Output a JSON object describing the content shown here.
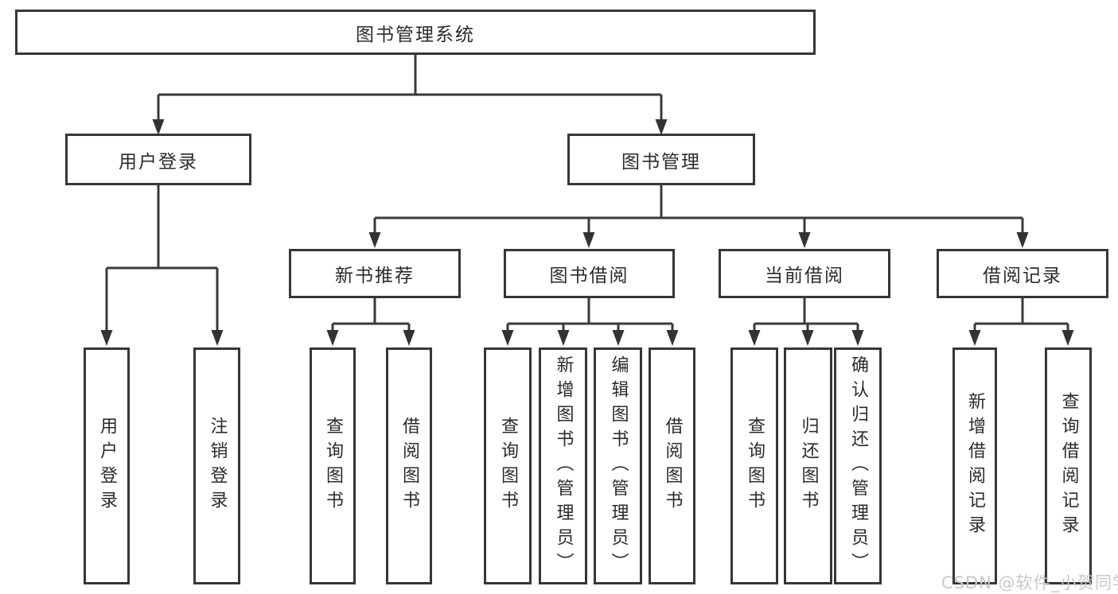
{
  "nodes": {
    "root": "图书管理系统",
    "branches": [
      "用户登录",
      "图书管理"
    ],
    "sections": [
      "新书推荐",
      "图书借阅",
      "当前借阅",
      "借阅记录"
    ],
    "leaves": [
      "用户登录",
      "注销登录",
      "查询图书",
      "借阅图书",
      "查询图书",
      "新增图书（管理员）",
      "编辑图书（管理员）",
      "借阅图书",
      "查询图书",
      "归还图书",
      "确认归还（管理员）",
      "新增借阅记录",
      "查询借阅记录"
    ]
  },
  "watermark": "CSDN @软件_小贺同学",
  "colors": {
    "line": "#3a3a3a",
    "text": "#2b2b2b",
    "box_background": "#ffffff",
    "watermark": "#c8c8c8"
  }
}
